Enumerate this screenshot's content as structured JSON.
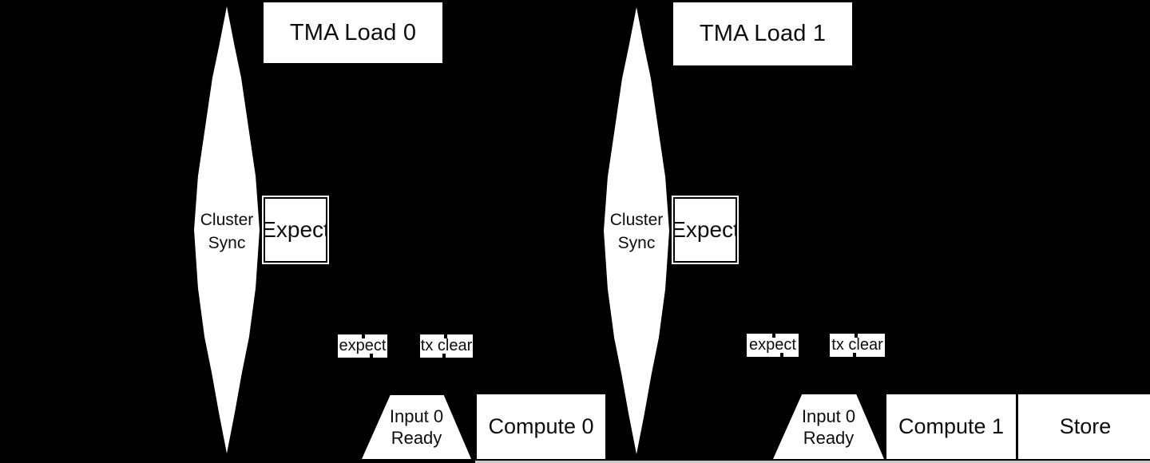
{
  "colors": {
    "background": "#000000",
    "shape_fill": "#ffffff",
    "text": "#0d0d0d",
    "cropped_edge_gray": "#c9c9c9"
  },
  "lanes": [
    {
      "cluster_sync_line1": "Cluster",
      "cluster_sync_line2": "Sync",
      "tma_load_label": "TMA Load 0",
      "expect_label": "Expect",
      "expect_tag": "expect",
      "tx_clear_tag": "tx clear",
      "input_ready_line1": "Input 0",
      "input_ready_line2": "Ready",
      "compute_label": "Compute 0"
    },
    {
      "cluster_sync_line1": "Cluster",
      "cluster_sync_line2": "Sync",
      "tma_load_label": "TMA Load 1",
      "expect_label": "Expect",
      "expect_tag": "expect",
      "tx_clear_tag": "tx clear",
      "input_ready_line1": "Input 0",
      "input_ready_line2": "Ready",
      "compute_label": "Compute 1",
      "store_label": "Store"
    }
  ]
}
